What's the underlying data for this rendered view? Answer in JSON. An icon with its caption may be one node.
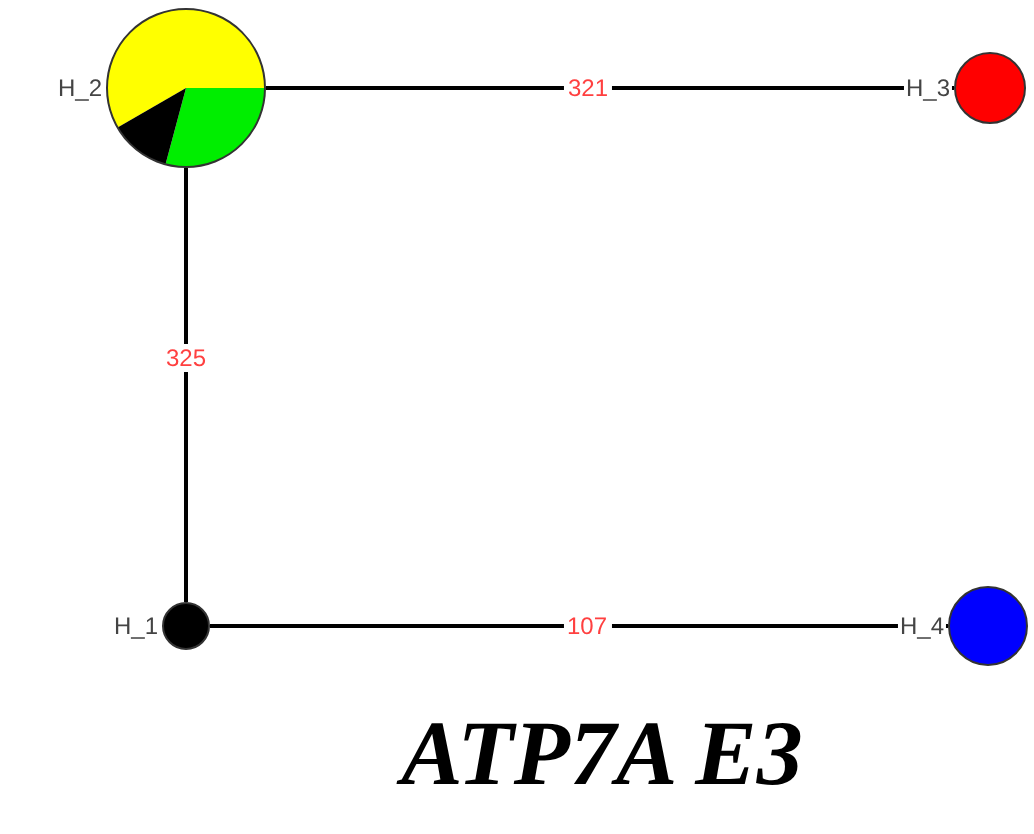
{
  "diagram": {
    "title": "ATP7A E3",
    "nodes": [
      {
        "text": [],
        "shape": "circle",
        "beside": [
          "H_2"
        ]
      },
      {
        "text": [],
        "shape": "circle",
        "beside": [
          "H_3"
        ]
      },
      {
        "text": [],
        "shape": "circle",
        "beside": [
          "H_1"
        ]
      },
      {
        "text": [],
        "shape": "circle",
        "beside": [
          "H_4"
        ]
      }
    ],
    "edges": [
      {
        "from": 0,
        "to": 1,
        "arrow": "none",
        "label": "321"
      },
      {
        "from": 0,
        "to": 2,
        "arrow": "none",
        "label": "325"
      },
      {
        "from": 2,
        "to": 3,
        "arrow": "none",
        "label": "107"
      }
    ]
  }
}
